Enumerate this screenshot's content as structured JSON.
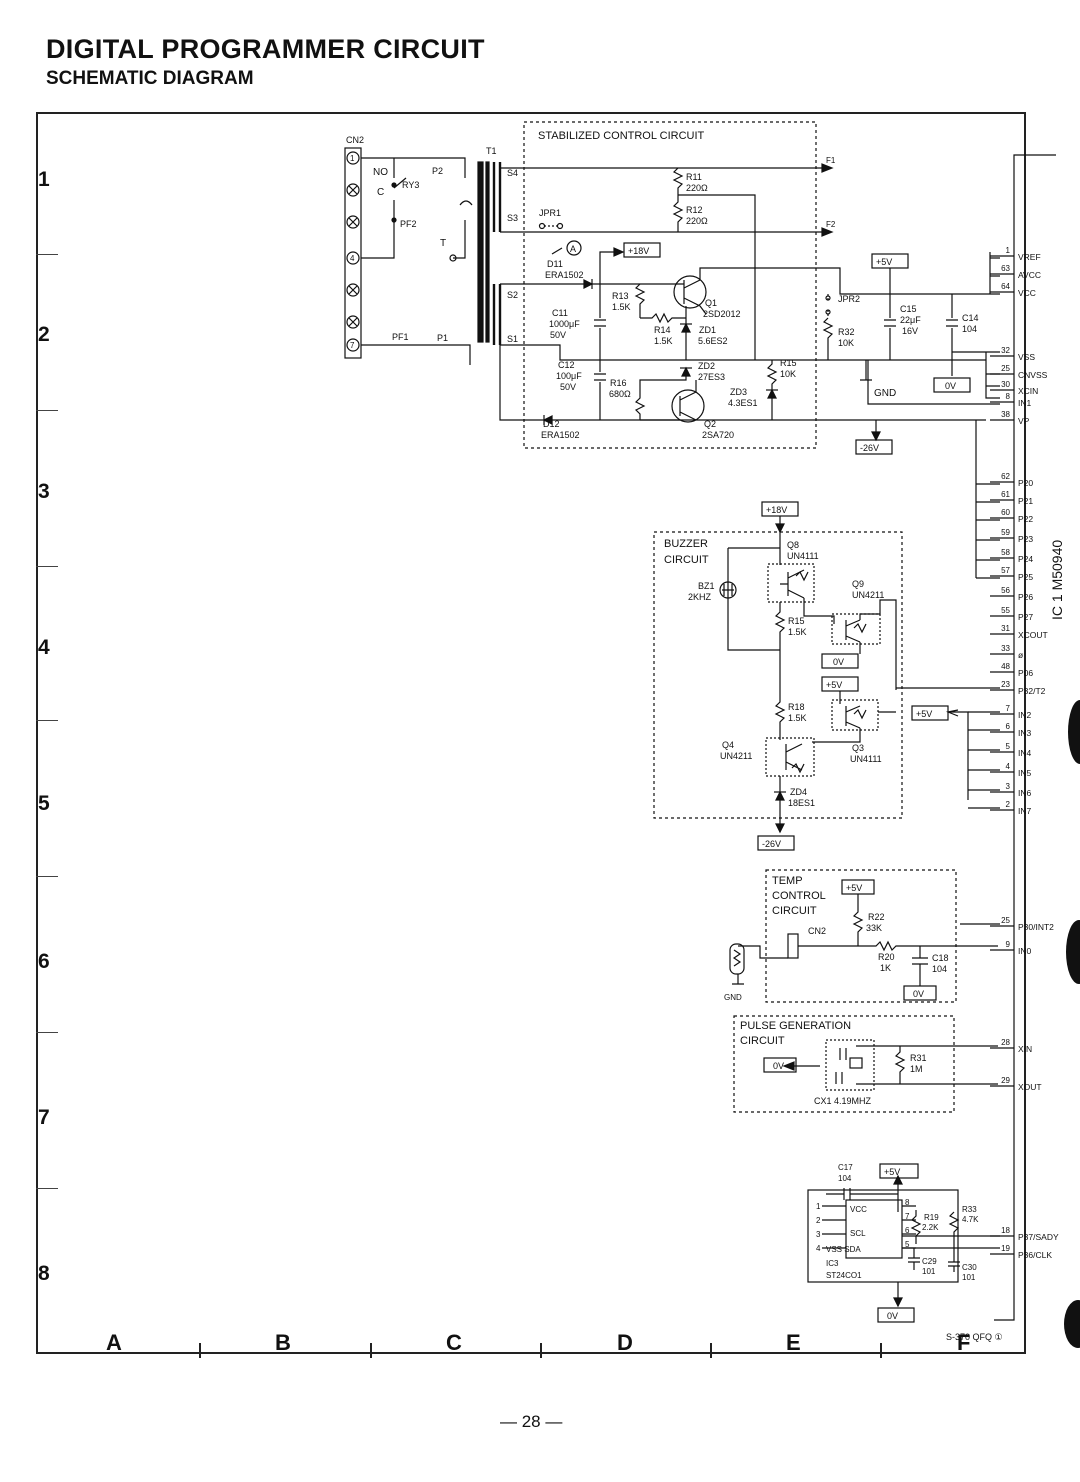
{
  "header": {
    "title": "DIGITAL PROGRAMMER CIRCUIT",
    "subtitle": "SCHEMATIC DIAGRAM"
  },
  "grid": {
    "rows": [
      "1",
      "2",
      "3",
      "4",
      "5",
      "6",
      "7",
      "8"
    ],
    "columns": [
      "A",
      "B",
      "C",
      "D",
      "E",
      "F"
    ]
  },
  "page_number": "— 28 —",
  "doc_code": "S-370 QFQ ①",
  "blocks": {
    "stabilized": "STABILIZED CONTROL CIRCUIT",
    "buzzer_1": "BUZZER",
    "buzzer_2": "CIRCUIT",
    "temp_1": "TEMP",
    "temp_2": "CONTROL",
    "temp_3": "CIRCUIT",
    "pulse_1": "PULSE GENERATION",
    "pulse_2": "CIRCUIT"
  },
  "ic1": {
    "label": "IC 1  M50940",
    "pins": [
      {
        "num": "1",
        "name": "VREF"
      },
      {
        "num": "63",
        "name": "AVCC"
      },
      {
        "num": "64",
        "name": "VCC"
      },
      {
        "num": "32",
        "name": "VSS"
      },
      {
        "num": "25",
        "name": "CNVSS"
      },
      {
        "num": "30",
        "name": "XCIN"
      },
      {
        "num": "8",
        "name": "IN1"
      },
      {
        "num": "38",
        "name": "VP"
      },
      {
        "num": "62",
        "name": "P20"
      },
      {
        "num": "61",
        "name": "P21"
      },
      {
        "num": "60",
        "name": "P22"
      },
      {
        "num": "59",
        "name": "P23"
      },
      {
        "num": "58",
        "name": "P24"
      },
      {
        "num": "57",
        "name": "P25"
      },
      {
        "num": "56",
        "name": "P26"
      },
      {
        "num": "55",
        "name": "P27"
      },
      {
        "num": "31",
        "name": "XCOUT"
      },
      {
        "num": "33",
        "name": "ø"
      },
      {
        "num": "48",
        "name": "P06"
      },
      {
        "num": "23",
        "name": "P32/T2"
      },
      {
        "num": "7",
        "name": "IN2"
      },
      {
        "num": "6",
        "name": "IN3"
      },
      {
        "num": "5",
        "name": "IN4"
      },
      {
        "num": "4",
        "name": "IN5"
      },
      {
        "num": "3",
        "name": "IN6"
      },
      {
        "num": "2",
        "name": "IN7"
      },
      {
        "num": "25",
        "name": "P30/INT2"
      },
      {
        "num": "9",
        "name": "IN0"
      },
      {
        "num": "28",
        "name": "XIN"
      },
      {
        "num": "29",
        "name": "XOUT"
      },
      {
        "num": "18",
        "name": "P37/SADY"
      },
      {
        "num": "19",
        "name": "P36/CLK"
      }
    ]
  },
  "connector": {
    "cn2": "CN2",
    "pins": [
      "1",
      "",
      "",
      "4",
      "",
      "",
      "7"
    ],
    "labels": {
      "no": "NO",
      "c": "C",
      "ry3": "RY3",
      "p2": "P2",
      "pf2": "PF2",
      "t": "T",
      "pf1": "PF1",
      "p1": "P1",
      "t1": "T1",
      "s4": "S4",
      "s3": "S3",
      "s2": "S2",
      "s1": "S1",
      "jpr1": "JPR1"
    }
  },
  "stab_labels": {
    "f1": "F1",
    "f2": "F2",
    "r11": "R11",
    "r11v": "220Ω",
    "r12": "R12",
    "r12v": "220Ω",
    "a": "A",
    "d11": "D11",
    "d11v": "ERA1502",
    "c11": "C11",
    "c11v1": "1000μF",
    "c11v2": "50V",
    "r13": "R13",
    "r13v": "1.5K",
    "q1": "Q1",
    "q1v": "2SD2012",
    "r14": "R14",
    "r14v": "1.5K",
    "zd1": "ZD1",
    "zd1v": "5.6ES2",
    "c12": "C12",
    "c12v1": "100μF",
    "c12v2": "50V",
    "r16": "R16",
    "r16v": "680Ω",
    "zd2": "ZD2",
    "zd2v": "27ES3",
    "r15": "R15",
    "r15v": "10K",
    "zd3": "ZD3",
    "zd3v": "4.3ES1",
    "d12": "D12",
    "d12v": "ERA1502",
    "q2": "Q2",
    "q2v": "2SA720",
    "jpr2": "JPR2",
    "r32": "R32",
    "r32v": "10K",
    "c15": "C15",
    "c15v1": "22μF",
    "c15v2": "16V",
    "c14": "C14",
    "c14v": "104",
    "gnd": "GND"
  },
  "buzz_labels": {
    "q8": "Q8",
    "q8v": "UN4111",
    "bz1": "BZ1",
    "bz1v": "2KHZ",
    "q9": "Q9",
    "q9v": "UN4211",
    "r15": "R15",
    "r15v": "1.5K",
    "r18": "R18",
    "r18v": "1.5K",
    "q4": "Q4",
    "q4v": "UN4211",
    "q3": "Q3",
    "q3v": "UN4111",
    "zd4": "ZD4",
    "zd4v": "18ES1"
  },
  "temp_labels": {
    "cn2": "CN2",
    "r22": "R22",
    "r22v": "33K",
    "r20": "R20",
    "r20v": "1K",
    "c18": "C18",
    "c18v": "104",
    "gnd": "GND"
  },
  "pulse_labels": {
    "r31": "R31",
    "r31v": "1M",
    "cx1": "CX1 4.19MHZ"
  },
  "eeprom": {
    "c17": "C17",
    "c17v": "104",
    "vcc": "VCC",
    "scl": "SCL",
    "vss_sda": "VSS SDA",
    "ic3": "IC3",
    "ic3v": "ST24CO1",
    "r19": "R19",
    "r19v": "2.2K",
    "r33": "R33",
    "r33v": "4.7K",
    "c29": "C29",
    "c29v": "101",
    "c30": "C30",
    "c30v": "101",
    "lpins": [
      "1",
      "2",
      "3",
      "4"
    ],
    "rpins": [
      "8",
      "7",
      "6",
      "5"
    ]
  },
  "rails": {
    "p18v": "+18V",
    "p5v": "+5V",
    "m26v": "-26V",
    "zero": "0V"
  }
}
